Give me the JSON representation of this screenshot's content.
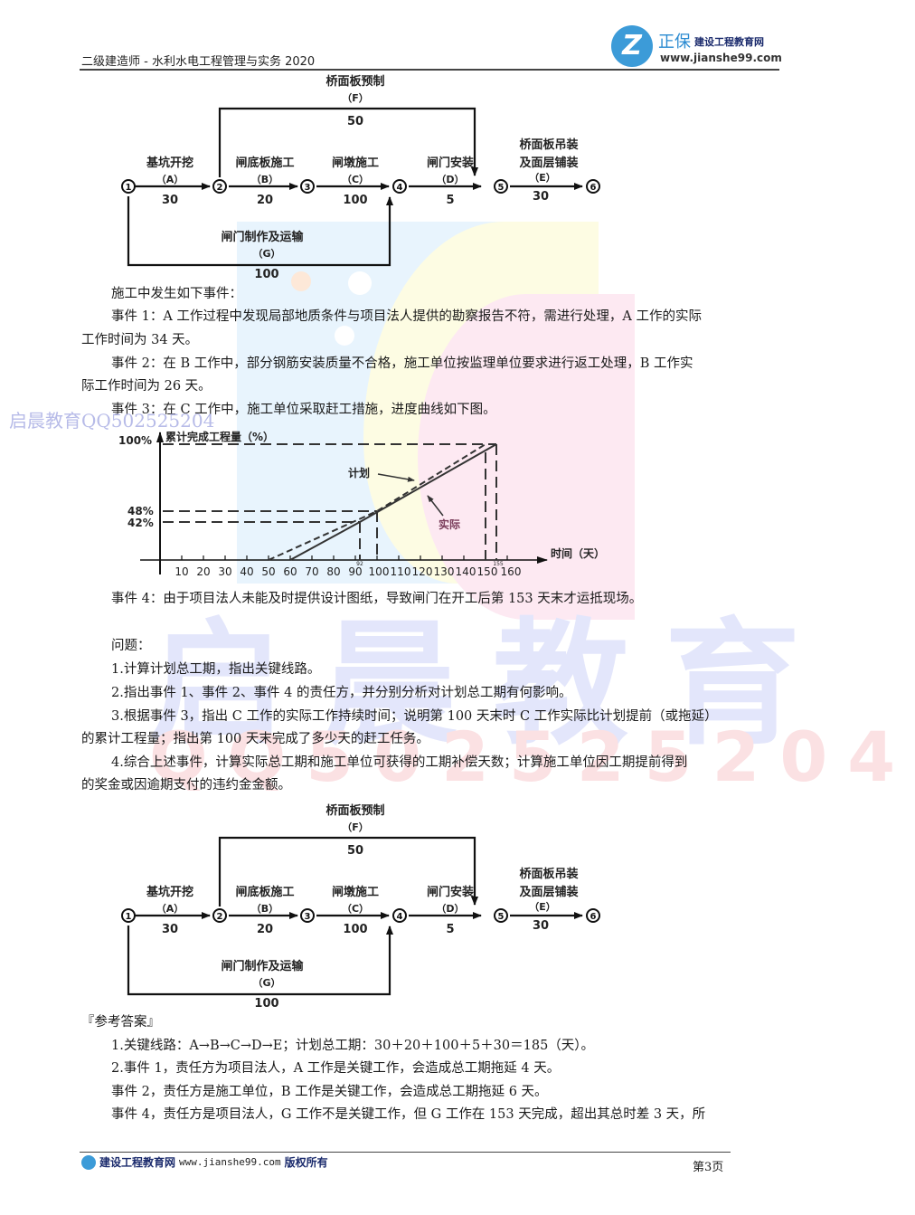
{
  "header": {
    "title": "二级建造师 - 水利水电工程管理与实务 2020",
    "logo": {
      "mark": "Z",
      "brand": "正保",
      "subtitle": "建设工程教育网",
      "url": "www.jianshe99.com"
    }
  },
  "watermarks": {
    "side": "启晨教育QQ502525204",
    "big_cn": "启晨教育",
    "big_qq": "QQ502525204"
  },
  "network_diagram": {
    "nodes": [
      "1",
      "2",
      "3",
      "4",
      "5",
      "6"
    ],
    "activities": [
      {
        "id": "A",
        "name": "基坑开挖",
        "code": "（A）",
        "duration": "30",
        "from": "1",
        "to": "2"
      },
      {
        "id": "B",
        "name": "闸底板施工",
        "code": "（B）",
        "duration": "20",
        "from": "2",
        "to": "3"
      },
      {
        "id": "C",
        "name": "闸墩施工",
        "code": "（C）",
        "duration": "100",
        "from": "3",
        "to": "4"
      },
      {
        "id": "D",
        "name": "闸门安装",
        "code": "（D）",
        "duration": "5",
        "from": "4",
        "to": "5"
      },
      {
        "id": "E",
        "name_line1": "桥面板吊装",
        "name_line2": "及面层铺装",
        "code": "（E）",
        "duration": "30",
        "from": "5",
        "to": "6"
      },
      {
        "id": "F",
        "name": "桥面板预制",
        "code": "（F）",
        "duration": "50",
        "from": "2",
        "to": "5"
      },
      {
        "id": "G",
        "name": "闸门制作及运输",
        "code": "（G）",
        "duration": "100",
        "from": "1",
        "to": "4"
      }
    ]
  },
  "body": {
    "intro": "施工中发生如下事件：",
    "event1_line1": "事件 1：A 工作过程中发现局部地质条件与项目法人提供的勘察报告不符，需进行处理，A 工作的实际",
    "event1_line2": "工作时间为 34 天。",
    "event2_line1": "事件 2：在 B 工作中，部分钢筋安装质量不合格，施工单位按监理单位要求进行返工处理，B 工作实",
    "event2_line2": "际工作时间为 26 天。",
    "event3": "事件 3：在 C 工作中，施工单位采取赶工措施，进度曲线如下图。",
    "event4": "事件 4：由于项目法人未能及时提供设计图纸，导致闸门在开工后第 153 天末才运抵现场。",
    "questions_label": "问题：",
    "q1": "1.计算计划总工期，指出关键线路。",
    "q2": "2.指出事件 1、事件 2、事件 4 的责任方，并分别分析对计划总工期有何影响。",
    "q3_line1": "3.根据事件 3，指出 C 工作的实际工作持续时间；说明第 100 天末时 C 工作实际比计划提前（或拖延）",
    "q3_line2": "的累计工程量；指出第 100 天末完成了多少天的赶工任务。",
    "q4_line1": "4.综合上述事件，计算实际总工期和施工单位可获得的工期补偿天数；计算施工单位因工期提前得到",
    "q4_line2": "的奖金或因逾期支付的违约金金额。",
    "answer_label": "『参考答案』",
    "a1": "1.关键线路：A→B→C→D→E；计划总工期：30＋20＋100＋5＋30＝185（天）。",
    "a2": "2.事件 1，责任方为项目法人，A 工作是关键工作，会造成总工期拖延 4 天。",
    "a2_event2": "事件 2，责任方是施工单位，B 工作是关键工作，会造成总工期拖延 6 天。",
    "a2_event4": "事件 4，责任方是项目法人，G 工作不是关键工作，但 G 工作在 153 天完成，超出其总时差 3 天，所"
  },
  "chart_data": {
    "type": "line",
    "title": "",
    "ylabel": "累计完成工程量（%）",
    "xlabel": "时间（天）",
    "x_ticks": [
      "10",
      "20",
      "30",
      "40",
      "50",
      "60",
      "70",
      "80",
      "90",
      "100",
      "110",
      "120",
      "130",
      "140",
      "150",
      "160"
    ],
    "y_ticks": [
      "42%",
      "48%",
      "100%"
    ],
    "annotations": [
      "92",
      "155",
      "计划",
      "实际"
    ],
    "xlim": [
      0,
      160
    ],
    "ylim": [
      0,
      100
    ],
    "series": [
      {
        "name": "计划",
        "style": "dashed",
        "points": [
          [
            50,
            0
          ],
          [
            100,
            48
          ],
          [
            150,
            100
          ]
        ]
      },
      {
        "name": "实际",
        "style": "solid",
        "points": [
          [
            60,
            0
          ],
          [
            92,
            42
          ],
          [
            155,
            100
          ]
        ]
      }
    ],
    "reference_lines": {
      "horizontal": [
        42,
        48,
        100
      ],
      "vertical": [
        92,
        100,
        150,
        155
      ]
    }
  },
  "footer": {
    "site_name": "建设工程教育网",
    "url": "www.jianshe99.com",
    "rights": "版权所有",
    "page": "第3页"
  }
}
